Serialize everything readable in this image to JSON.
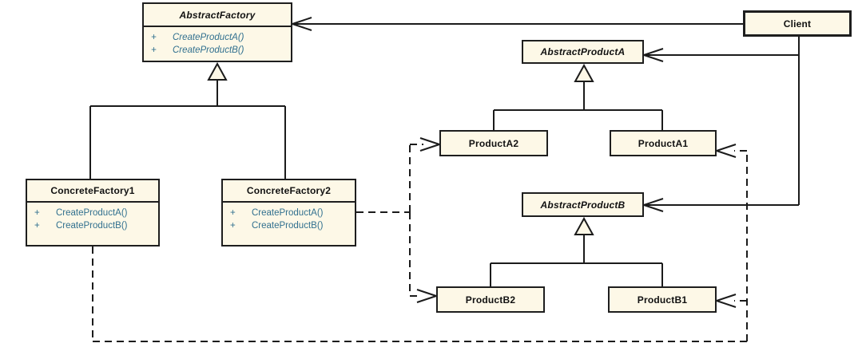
{
  "diagram": {
    "kind": "uml-class-diagram",
    "pattern": "Abstract Factory"
  },
  "palette": {
    "background": "#FFFFFF",
    "node_fill": "#FDF8E7",
    "node_border": "#1E1E1E",
    "line_color": "#1B1B1B",
    "title_color": "#111111",
    "method_color": "#31708F"
  },
  "classes": {
    "abstractFactory": {
      "name": "AbstractFactory",
      "abstract": true,
      "methods": [
        {
          "vis": "+",
          "sig": "CreateProductA()"
        },
        {
          "vis": "+",
          "sig": "CreateProductB()"
        }
      ]
    },
    "client": {
      "name": "Client",
      "abstract": false
    },
    "abstractProductA": {
      "name": "AbstractProductA",
      "abstract": true
    },
    "productA2": {
      "name": "ProductA2",
      "abstract": false
    },
    "productA1": {
      "name": "ProductA1",
      "abstract": false
    },
    "concreteFactory1": {
      "name": "ConcreteFactory1",
      "abstract": false,
      "methods": [
        {
          "vis": "+",
          "sig": "CreateProductA()"
        },
        {
          "vis": "+",
          "sig": "CreateProductB()"
        }
      ]
    },
    "concreteFactory2": {
      "name": "ConcreteFactory2",
      "abstract": false,
      "methods": [
        {
          "vis": "+",
          "sig": "CreateProductA()"
        },
        {
          "vis": "+",
          "sig": "CreateProductB()"
        }
      ]
    },
    "abstractProductB": {
      "name": "AbstractProductB",
      "abstract": true
    },
    "productB2": {
      "name": "ProductB2",
      "abstract": false
    },
    "productB1": {
      "name": "ProductB1",
      "abstract": false
    }
  },
  "relationships": [
    {
      "type": "dependency",
      "from": "Client",
      "to": "AbstractFactory"
    },
    {
      "type": "dependency",
      "from": "Client",
      "to": "AbstractProductA"
    },
    {
      "type": "dependency",
      "from": "Client",
      "to": "AbstractProductB"
    },
    {
      "type": "generalization",
      "from": "ConcreteFactory1",
      "to": "AbstractFactory"
    },
    {
      "type": "generalization",
      "from": "ConcreteFactory2",
      "to": "AbstractFactory"
    },
    {
      "type": "generalization",
      "from": "ProductA2",
      "to": "AbstractProductA"
    },
    {
      "type": "generalization",
      "from": "ProductA1",
      "to": "AbstractProductA"
    },
    {
      "type": "generalization",
      "from": "ProductB2",
      "to": "AbstractProductB"
    },
    {
      "type": "generalization",
      "from": "ProductB1",
      "to": "AbstractProductB"
    },
    {
      "type": "dependency",
      "from": "ConcreteFactory2",
      "to": "ProductA2"
    },
    {
      "type": "dependency",
      "from": "ConcreteFactory2",
      "to": "ProductB2"
    },
    {
      "type": "dependency",
      "from": "ConcreteFactory1",
      "to": "ProductA1"
    },
    {
      "type": "dependency",
      "from": "ConcreteFactory1",
      "to": "ProductB1"
    }
  ]
}
